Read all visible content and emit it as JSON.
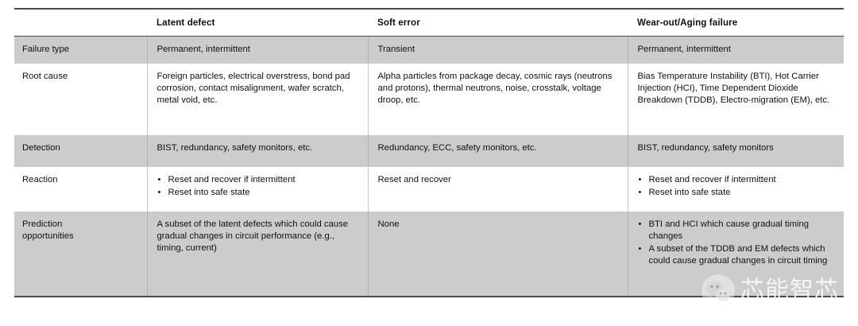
{
  "table": {
    "columns": [
      {
        "key": "label",
        "header": ""
      },
      {
        "key": "latent",
        "header": "Latent defect"
      },
      {
        "key": "soft",
        "header": "Soft error"
      },
      {
        "key": "wear",
        "header": "Wear-out/Aging failure"
      }
    ],
    "rows": [
      {
        "label": "Failure type",
        "latent": "Permanent, intermittent",
        "soft": "Transient",
        "wear": "Permanent, intermittent",
        "shaded": true
      },
      {
        "label": "Root cause",
        "latent": "Foreign particles, electrical overstress, bond pad corrosion, contact misalignment, wafer scratch, metal void, etc.",
        "soft": "Alpha particles from package decay, cosmic rays (neutrons and protons), thermal neutrons, noise, crosstalk, voltage droop, etc.",
        "wear": "Bias Temperature Instability (BTI), Hot Carrier Injection (HCI), Time Dependent Dioxide Breakdown (TDDB), Electro-migration (EM), etc.",
        "shaded": false
      },
      {
        "label": "Detection",
        "latent": "BIST, redundancy, safety monitors, etc.",
        "soft": "Redundancy, ECC, safety monitors, etc.",
        "wear": "BIST, redundancy, safety monitors",
        "shaded": true
      },
      {
        "label": "Reaction",
        "latent_bullets": [
          "Reset and recover if intermittent",
          "Reset into safe state"
        ],
        "soft": "Reset and recover",
        "wear_bullets": [
          "Reset and recover if intermittent",
          "Reset into safe state"
        ],
        "shaded": false
      },
      {
        "label": "Prediction opportunities",
        "latent": "A subset of the latent defects which could cause gradual changes in circuit performance (e.g., timing, current)",
        "soft": "None",
        "wear_bullets": [
          "BTI and HCI which cause gradual timing changes",
          "A subset of the TDDB and EM defects which could cause gradual changes in circuit timing"
        ],
        "shaded": true
      }
    ],
    "bullet_glyph": "•",
    "colors": {
      "shaded_row": "#cccccc",
      "plain_row": "#ffffff",
      "rule": "#4a4a4a",
      "divider": "#c9c9c9",
      "text": "#111111"
    }
  },
  "watermark": {
    "text": "芯能智芯",
    "icon": "wechat-logo",
    "color": "#ffffff"
  }
}
